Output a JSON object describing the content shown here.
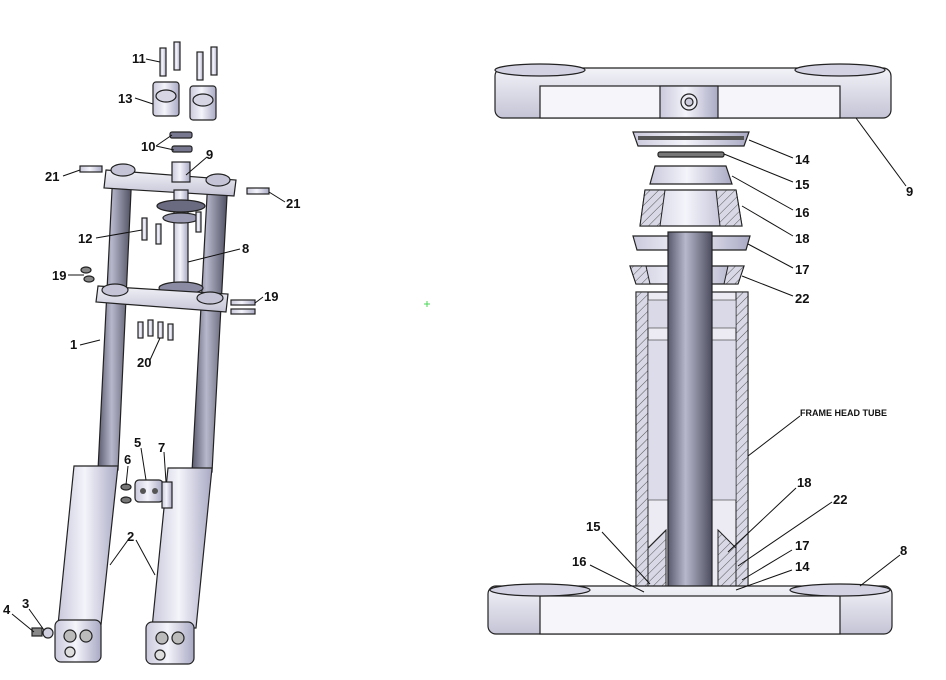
{
  "left_view": {
    "callouts": [
      "11",
      "13",
      "10",
      "9",
      "21",
      "21",
      "12",
      "8",
      "19",
      "19",
      "1",
      "20",
      "5",
      "7",
      "6",
      "2",
      "3",
      "4"
    ]
  },
  "right_view": {
    "callouts": [
      "14",
      "15",
      "16",
      "18",
      "17",
      "22",
      "9",
      "18",
      "22",
      "17",
      "14",
      "15",
      "16",
      "8"
    ],
    "frame_head_tube_label": "FRAME HEAD TUBE"
  },
  "colors": {
    "metal_light": "#e8e8f2",
    "metal_shadow": "#b9b9cf",
    "dark_tube": "#6e6e82",
    "line": "#222222",
    "accent_dot": "#4cd45a"
  }
}
